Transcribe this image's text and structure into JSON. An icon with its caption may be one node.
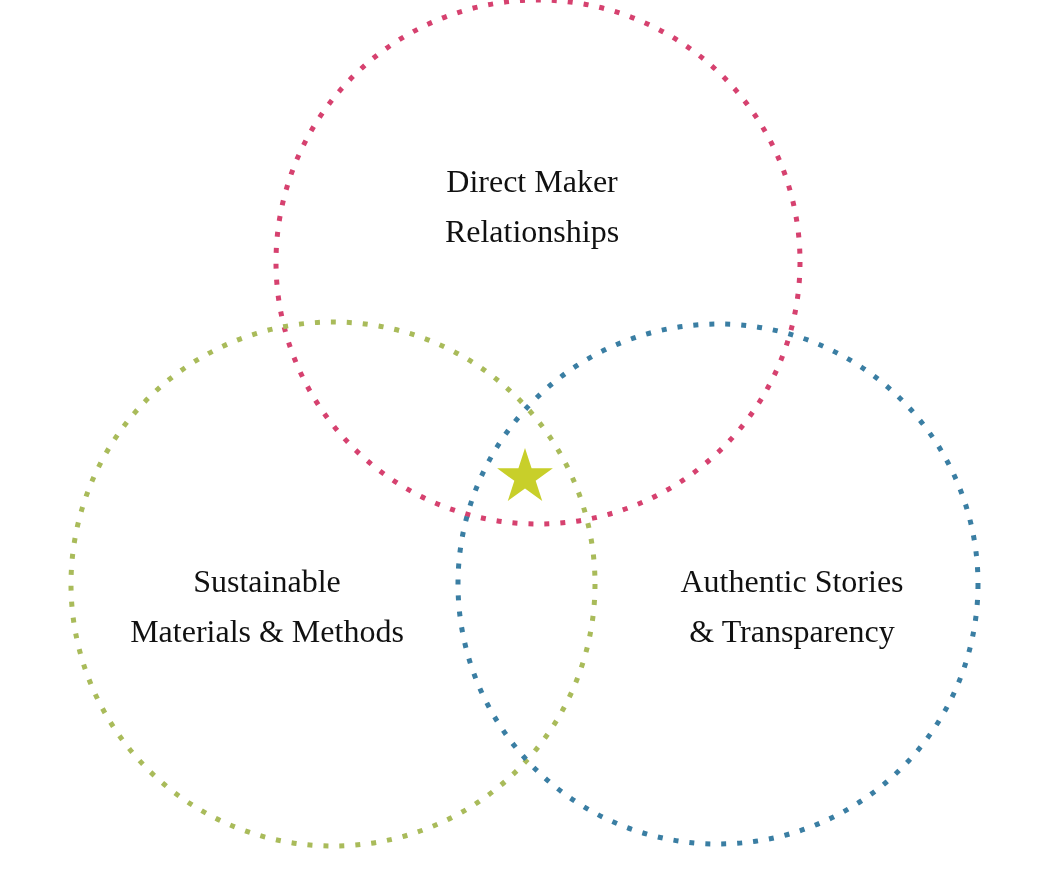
{
  "diagram": {
    "nodes": [
      {
        "text": [
          "Direct Maker Relationships"
        ]
      },
      {
        "text": [
          "Sustainable Materials & Methods"
        ]
      },
      {
        "text": [
          "Authentic Stories & Transparency"
        ]
      }
    ]
  }
}
